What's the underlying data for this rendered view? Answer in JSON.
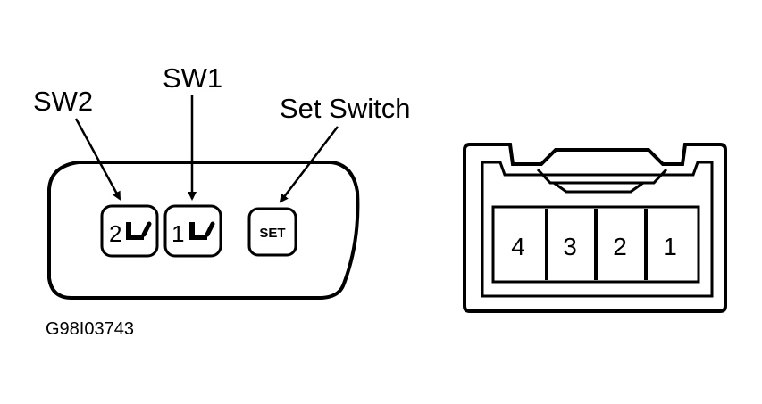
{
  "switch_panel": {
    "labels": {
      "sw2": "SW2",
      "sw1": "SW1",
      "set_switch": "Set Switch"
    },
    "buttons": {
      "sw2_number": "2",
      "sw1_number": "1",
      "set_text": "SET"
    },
    "icons": [
      "seat-icon",
      "seat-icon"
    ]
  },
  "connector": {
    "pins": [
      "4",
      "3",
      "2",
      "1"
    ]
  },
  "figure_id": "G98I03743"
}
